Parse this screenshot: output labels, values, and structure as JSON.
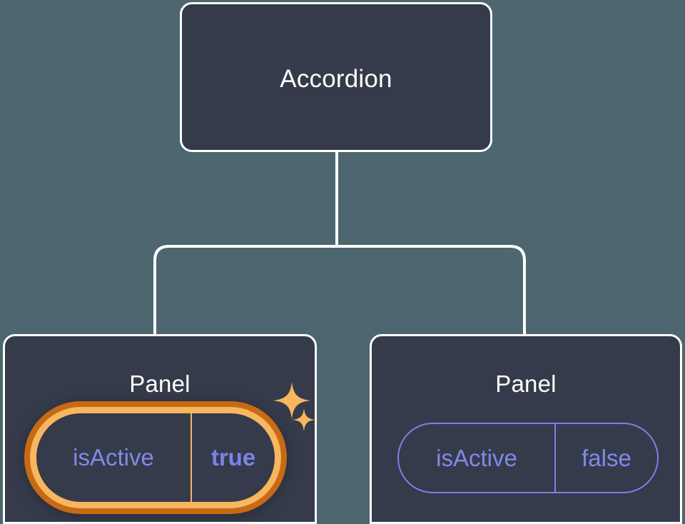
{
  "diagram": {
    "type": "component-tree",
    "background_color": "#4d6670",
    "node_fill_color": "#353b4a",
    "node_border_color": "#ffffff",
    "connector_color": "#ffffff",
    "highlight_color": "#f8b65e",
    "highlight_outer_color": "#c86a14",
    "prop_text_color": "#8289e8",
    "root": {
      "label": "Accordion"
    },
    "children": [
      {
        "label": "Panel",
        "prop": {
          "key": "isActive",
          "value": "true"
        },
        "highlighted": true,
        "sparkle_large": "sparkle-icon",
        "sparkle_small": "sparkle-icon"
      },
      {
        "label": "Panel",
        "prop": {
          "key": "isActive",
          "value": "false"
        },
        "highlighted": false
      }
    ]
  }
}
